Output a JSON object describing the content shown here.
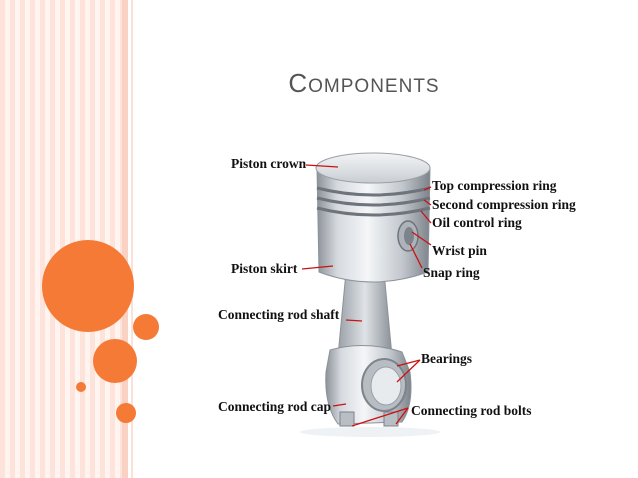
{
  "slide": {
    "title_first": "C",
    "title_rest": "OMPONENTS"
  },
  "labels": {
    "piston_crown": "Piston crown",
    "top_compression_ring": "Top compression ring",
    "second_compression_ring": "Second compression ring",
    "oil_control_ring": "Oil control ring",
    "wrist_pin": "Wrist pin",
    "piston_skirt": "Piston skirt",
    "snap_ring": "Snap ring",
    "connecting_rod_shaft": "Connecting rod shaft",
    "bearings": "Bearings",
    "connecting_rod_cap": "Connecting rod cap",
    "connecting_rod_bolts": "Connecting rod bolts"
  },
  "colors": {
    "accent_orange": "#f47a36",
    "leader_line": "#cc1111",
    "title_gray": "#555555"
  }
}
